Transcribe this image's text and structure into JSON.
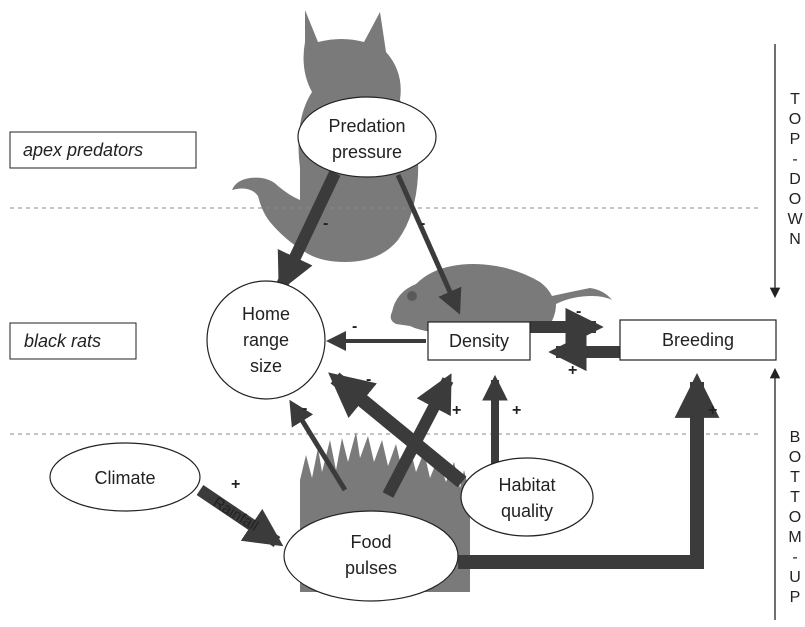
{
  "colors": {
    "silhouette": "#7a7a7a",
    "arrow": "#3b3b3b",
    "line": "#222222",
    "dashed": "#888888"
  },
  "levels": {
    "apex": "apex predators",
    "rats": "black rats"
  },
  "nodes": {
    "predation": [
      "Predation",
      "pressure"
    ],
    "home_range": [
      "Home",
      "range",
      "size"
    ],
    "density": "Density",
    "breeding": "Breeding",
    "climate": "Climate",
    "habitat": [
      "Habitat",
      "quality"
    ],
    "food": [
      "Food",
      "pulses"
    ]
  },
  "edge_labels": {
    "pred_home": "-",
    "pred_density": "-",
    "density_home": "-",
    "density_breeding": "-",
    "breeding_density": "+",
    "habitat_home": "-",
    "food_home": "-",
    "food_density": "+",
    "habitat_density": "+",
    "food_breeding": "+",
    "climate_food": "+",
    "rainfall": "Rainfall"
  },
  "side": {
    "top_down": [
      "T",
      "O",
      "P",
      "-",
      "D",
      "O",
      "W",
      "N"
    ],
    "bottom_up": [
      "B",
      "O",
      "T",
      "T",
      "O",
      "M",
      "-",
      "U",
      "P"
    ]
  },
  "icons": [
    "cat-silhouette",
    "rat-silhouette",
    "grass-silhouette"
  ]
}
